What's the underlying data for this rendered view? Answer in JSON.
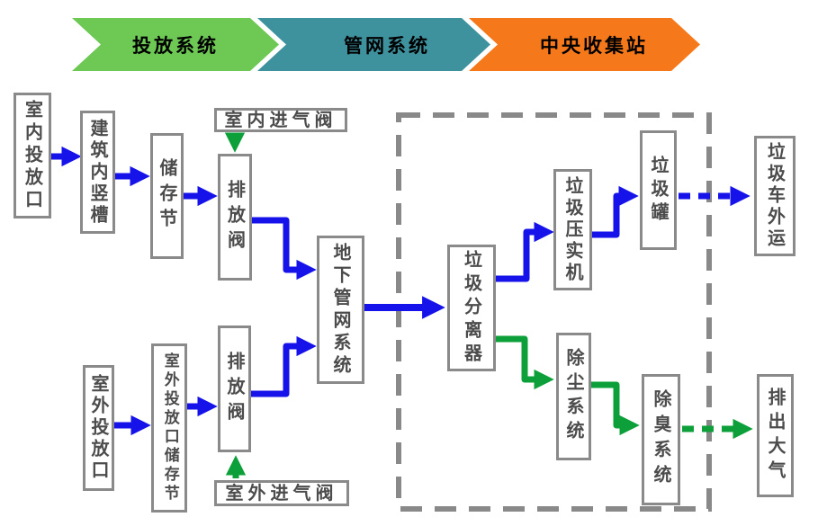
{
  "banners": [
    {
      "label": "投放系统",
      "color": "#6dc854"
    },
    {
      "label": "管网系统",
      "color": "#3e929e"
    },
    {
      "label": "中央收集站",
      "color": "#f5791a"
    }
  ],
  "nodes": {
    "indoor_inlet": {
      "label": "室内投放口"
    },
    "building_chute": {
      "label": "建筑内竖槽"
    },
    "storage_section": {
      "label": "储存节"
    },
    "indoor_air_valve": {
      "label": "室内进气阀"
    },
    "discharge_valve_top": {
      "label": "排放阀"
    },
    "underground_pipe_system": {
      "label": "地下管网系统"
    },
    "outdoor_inlet": {
      "label": "室外投放口"
    },
    "outdoor_inlet_storage": {
      "label": "室外投放口储存节"
    },
    "discharge_valve_bottom": {
      "label": "排放阀"
    },
    "outdoor_air_valve": {
      "label": "室外进气阀"
    },
    "waste_separator": {
      "label": "垃圾分离器"
    },
    "waste_compactor": {
      "label": "垃圾压实机"
    },
    "waste_tank": {
      "label": "垃圾罐"
    },
    "truck_transport": {
      "label": "垃圾车外运"
    },
    "dust_removal": {
      "label": "除尘系统"
    },
    "deodorize": {
      "label": "除臭系统"
    },
    "exhaust_air": {
      "label": "排出大气"
    }
  },
  "palette": {
    "flow_blue": "#1613ea",
    "flow_green": "#0da03a",
    "box_border": "#8a8a8a",
    "boundary_gray": "#898989",
    "box_text": "#4c4c4c",
    "banner_text": "#000000"
  }
}
